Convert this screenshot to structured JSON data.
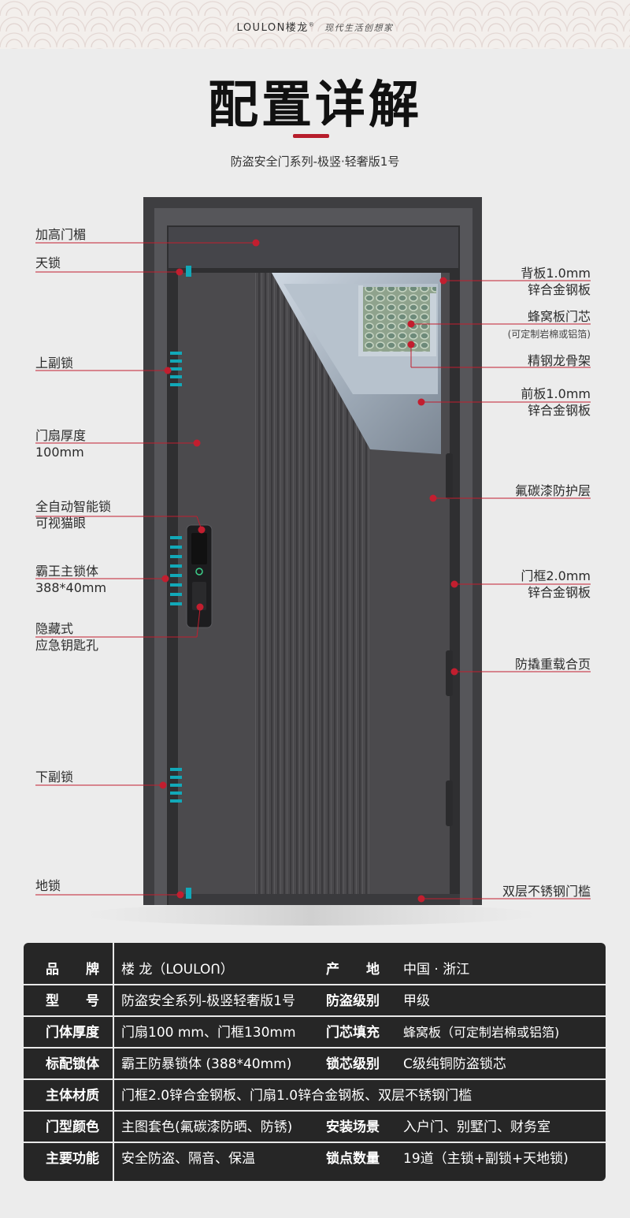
{
  "header": {
    "brand": "LOULON楼龙",
    "registered": "®",
    "slogan": "现代生活创想家",
    "title": "配置详解",
    "subtitle": "防盗安全门系列-极竖·轻奢版1号"
  },
  "colors": {
    "accent": "#b71d2b",
    "door_body": "#4b4a4d",
    "frame": "#3e3e41",
    "lock_teal": "#12a8b8",
    "table_bg": "#262626"
  },
  "labels_left": [
    {
      "id": "lintel",
      "text": "加高门楣"
    },
    {
      "id": "top-lock",
      "text": "天锁"
    },
    {
      "id": "upper-sublock",
      "text": "上副锁"
    },
    {
      "id": "thickness",
      "text": "门扇厚度",
      "text2": "100mm"
    },
    {
      "id": "smart-lock",
      "text": "全自动智能锁",
      "text2": "可视猫眼"
    },
    {
      "id": "main-lock",
      "text": "霸王主锁体",
      "text2": "388*40mm"
    },
    {
      "id": "keyhole",
      "text": "隐藏式",
      "text2": "应急钥匙孔"
    },
    {
      "id": "lower-sublock",
      "text": "下副锁"
    },
    {
      "id": "floor-lock",
      "text": "地锁"
    }
  ],
  "labels_right": [
    {
      "id": "back-plate",
      "text": "背板1.0mm",
      "text2": "锌合金钢板"
    },
    {
      "id": "honeycomb",
      "text": "蜂窝板门芯",
      "text2": "(可定制岩棉或铝箔)"
    },
    {
      "id": "keel",
      "text": "精钢龙骨架"
    },
    {
      "id": "front-plate",
      "text": "前板1.0mm",
      "text2": "锌合金钢板"
    },
    {
      "id": "paint",
      "text": "氟碳漆防护层"
    },
    {
      "id": "frame",
      "text": "门框2.0mm",
      "text2": "锌合金钢板"
    },
    {
      "id": "hinge",
      "text": "防撬重载合页"
    },
    {
      "id": "threshold",
      "text": "双层不锈钢门槛"
    }
  ],
  "specs": [
    {
      "k1": "品　　牌",
      "v1": "楼 龙（LOULOՈ）",
      "k2": "产　　地",
      "v2": "中国 · 浙江"
    },
    {
      "k1": "型　　号",
      "v1": "防盗安全系列-极竖轻奢版1号",
      "k2": "防盗级别",
      "v2": "甲级"
    },
    {
      "k1": "门体厚度",
      "v1": "门扇100 mm、门框130mm",
      "k2": "门芯填充",
      "v2": "蜂窝板（可定制岩棉或铝箔)"
    },
    {
      "k1": "标配锁体",
      "v1": "霸王防暴锁体 (388*40mm)",
      "k2": "锁芯级别",
      "v2": "C级纯铜防盗锁芯"
    },
    {
      "k1": "主体材质",
      "v1": "门框2.0锌合金钢板、门扇1.0锌合金钢板、双层不锈钢门槛"
    },
    {
      "k1": "门型颜色",
      "v1": "主图套色(氟碳漆防晒、防锈)",
      "k2": "安装场景",
      "v2": "入户门、别墅门、财务室"
    },
    {
      "k1": "主要功能",
      "v1": "安全防盗、隔音、保温",
      "k2": "锁点数量",
      "v2": "19道（主锁+副锁+天地锁)"
    }
  ]
}
